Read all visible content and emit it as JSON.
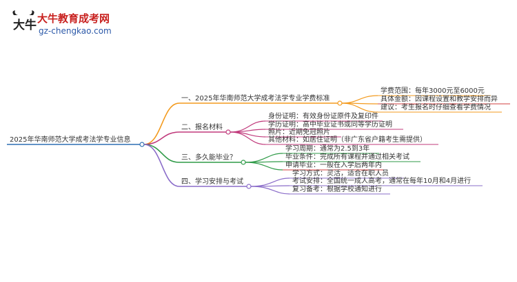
{
  "brand": {
    "title": "大牛教育成考网",
    "url": "gz-chengkao.com",
    "logo_text": "大牛"
  },
  "colors": {
    "root": "#2d6fb3",
    "branch1": "#f39a1d",
    "branch2": "#c0397b",
    "branch3": "#2e9a47",
    "branch4": "#8a6cc9",
    "leaf_red": "#d23c3c"
  },
  "root": {
    "label": "2025年华南师范大学成考法学专业信息"
  },
  "branches": [
    {
      "label": "一、2025年华南师范大学成考法学专业学费标准",
      "children": [
        {
          "label": "学费范围：每年3000元至6000元"
        },
        {
          "label": "具体金额：因课程设置和教学安排而异"
        },
        {
          "label": "建议：考生报名时仔细查看学费情况"
        }
      ]
    },
    {
      "label": "二、报名材料",
      "children": [
        {
          "label": "身份证明：有效身份证原件及复印件"
        },
        {
          "label": "学历证明：高中毕业证书或同等学历证明"
        },
        {
          "label": "照片：近期免冠照片"
        },
        {
          "label": "其他材料：如居住证明（非广东省户籍考生需提供）"
        }
      ]
    },
    {
      "label": "三、多久能毕业？",
      "children": [
        {
          "label": "学习周期：通常为2.5到3年"
        },
        {
          "label": "毕业条件：完成所有课程并通过相关考试"
        },
        {
          "label": "申请毕业：一般在入学后两年内"
        }
      ]
    },
    {
      "label": "四、学习安排与考试",
      "children": [
        {
          "label": "学习方式：灵活，适合在职人员"
        },
        {
          "label": "考试安排：全国统一成人高考，通常在每年10月和4月进行"
        },
        {
          "label": "复习备考：根据学校通知进行"
        }
      ]
    }
  ]
}
